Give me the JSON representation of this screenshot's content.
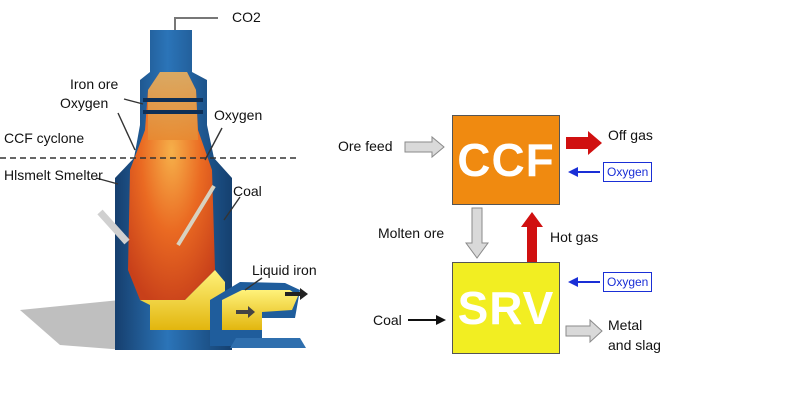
{
  "furnace": {
    "labels": {
      "co2": "CO2",
      "iron_ore": "Iron ore",
      "oxygen_left": "Oxygen",
      "oxygen_right": "Oxygen",
      "ccf_cyclone": "CCF cyclone",
      "hismelt_smelter": "Hlsmelt Smelter",
      "coal": "Coal",
      "liquid_iron": "Liquid iron"
    }
  },
  "flow": {
    "ccf": {
      "label": "CCF",
      "color": "#f08a10"
    },
    "srv": {
      "label": "SRV",
      "color": "#f2ee22"
    },
    "inputs": {
      "ore_feed": "Ore feed",
      "oxygen_ccf": "Oxygen",
      "oxygen_srv": "Oxygen",
      "coal": "Coal"
    },
    "outputs": {
      "off_gas": "Off gas",
      "metal_slag_line1": "Metal",
      "metal_slag_line2": "and slag"
    },
    "links": {
      "molten_ore": "Molten ore",
      "hot_gas": "Hot gas"
    }
  },
  "colors": {
    "furnace_shell": "#1f5d9c",
    "furnace_fire": "#e8571c",
    "liquid_iron": "#f3d21a",
    "hot_arrow": "#d01010",
    "oxygen_arrow": "#1a2fd6",
    "grey_arrow": "#c9c9c9"
  }
}
